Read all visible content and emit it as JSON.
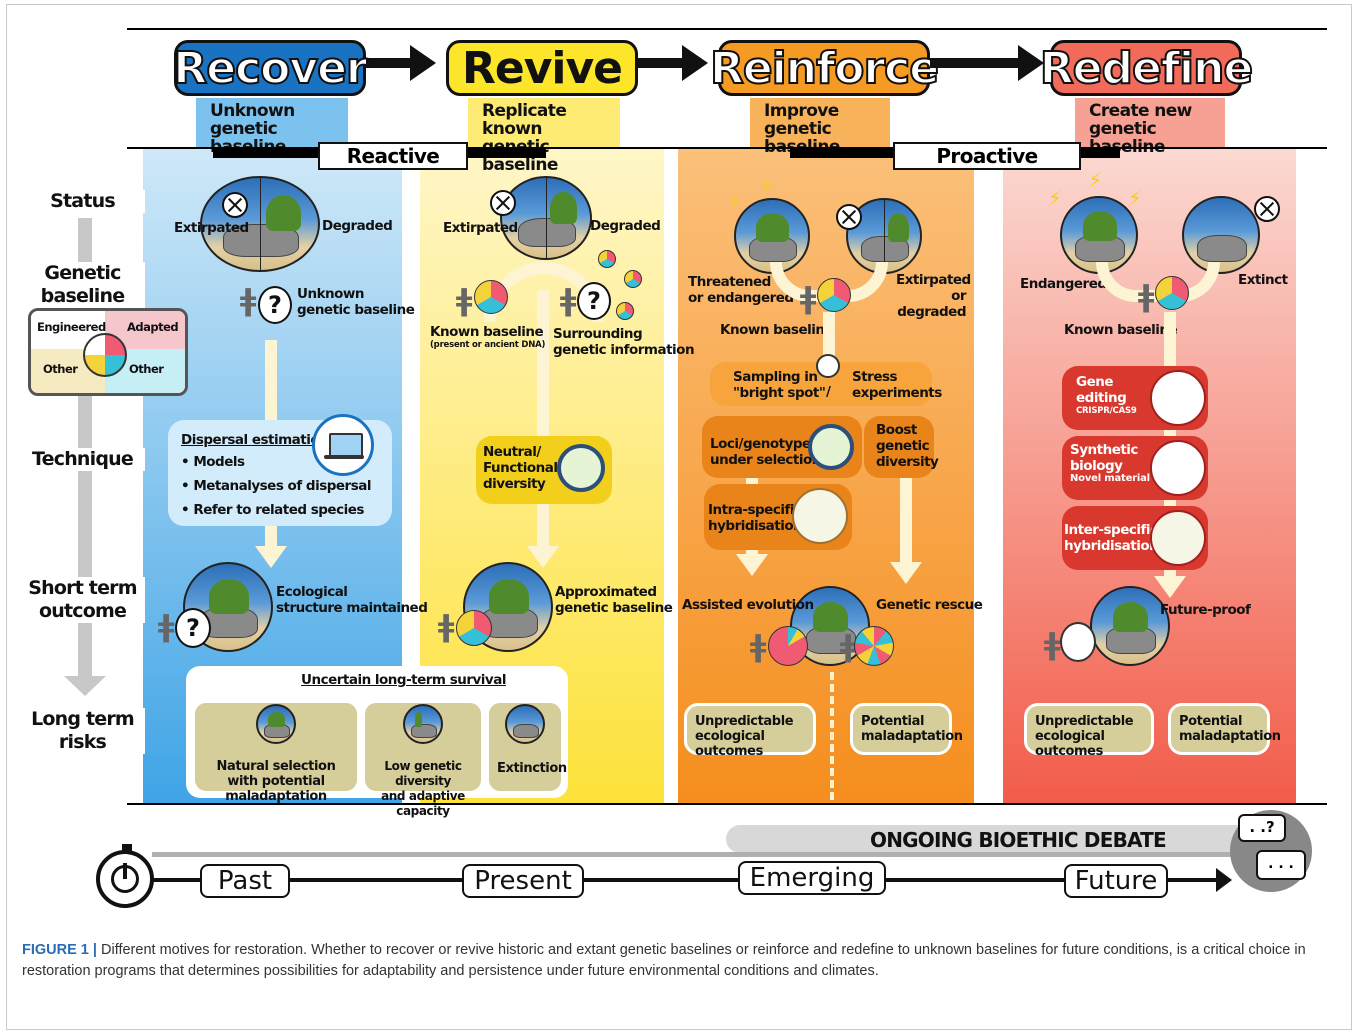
{
  "stages": [
    {
      "title": "Recover",
      "subtitle_1": "Unknown",
      "subtitle_2": "genetic baseline",
      "color": "#1a73c2"
    },
    {
      "title": "Revive",
      "subtitle_1": "Replicate known",
      "subtitle_2": "genetic baseline",
      "color": "#fde52a"
    },
    {
      "title": "Reinforce",
      "subtitle_1": "Improve",
      "subtitle_2": "genetic baseline",
      "color": "#f59a22"
    },
    {
      "title": "Redefine",
      "subtitle_1": "Create new",
      "subtitle_2": "genetic baseline",
      "color": "#f26a5a"
    }
  ],
  "groups": {
    "reactive": "Reactive",
    "proactive": "Proactive"
  },
  "row_labels": {
    "status": "Status",
    "genetic_baseline_1": "Genetic",
    "genetic_baseline_2": "baseline",
    "technique": "Technique",
    "short_term_1": "Short term",
    "short_term_2": "outcome",
    "long_term_1": "Long term",
    "long_term_2": "risks"
  },
  "legend": {
    "engineered": "Engineered",
    "adapted": "Adapted",
    "other_left": "Other",
    "other_right": "Other"
  },
  "recover": {
    "status_left": "Extirpated",
    "status_right": "Degraded",
    "baseline_1": "Unknown",
    "baseline_2": "genetic baseline",
    "dispersal_title": "Dispersal estimations:",
    "dispersal_items": [
      "• Models",
      "• Metanalyses of dispersal",
      "• Refer to related species"
    ],
    "outcome_1": "Ecological",
    "outcome_2": "structure maintained"
  },
  "revive": {
    "status_left": "Extirpated",
    "status_right": "Degraded",
    "known_1": "Known baseline",
    "known_2": "(present or ancient DNA)",
    "surround_1": "Surrounding",
    "surround_2": "genetic information",
    "technique_1": "Neutral/",
    "technique_2": "Functional",
    "technique_3": "diversity",
    "outcome_1": "Approximated",
    "outcome_2": "genetic baseline"
  },
  "uncertain": {
    "title": "Uncertain long-term survival",
    "box1_1": "Natural selection",
    "box1_2": "with potential maladaptation",
    "box2_1": "Low genetic diversity",
    "box2_2": "and adaptive capacity",
    "box3": "Extinction"
  },
  "reinforce": {
    "status_left_1": "Threatened",
    "status_left_2": "or endangered",
    "status_right_1": "Extirpated",
    "status_right_2": "or degraded",
    "known": "Known baseline",
    "sampling_1": "Sampling in",
    "sampling_2": "\"bright spot\"",
    "slash": "/",
    "stress_1": "Stress",
    "stress_2": "experiments",
    "loci_1": "Loci/genotypes",
    "loci_2": "under selection",
    "boost_1": "Boost",
    "boost_2": "genetic",
    "boost_3": "diversity",
    "intra_1": "Intra-specific",
    "intra_2": "hybridisation",
    "outcome_left": "Assisted evolution",
    "outcome_right": "Genetic rescue",
    "risk1_1": "Unpredictable",
    "risk1_2": "ecological outcomes",
    "risk2_1": "Potential",
    "risk2_2": "maladaptation"
  },
  "redefine": {
    "status_left": "Endangered",
    "status_right": "Extinct",
    "known": "Known baseline",
    "gene_1": "Gene",
    "gene_2": "editing",
    "gene_3": "CRISPR/CAS9",
    "synth_1": "Synthetic",
    "synth_2": "biology",
    "synth_3": "Novel material",
    "inter_1": "Inter-specific",
    "inter_2": "hybridisation",
    "outcome": "Future-proof",
    "risk1_1": "Unpredictable",
    "risk1_2": "ecological outcomes",
    "risk2_1": "Potential",
    "risk2_2": "maladaptation"
  },
  "timeline": {
    "debate": "ONGOING BIOETHIC DEBATE",
    "past": "Past",
    "present": "Present",
    "emerging": "Emerging",
    "future": "Future",
    "bubble_q": "? ",
    "bubble_dots1": ". .",
    "bubble_dots2": ". . ."
  },
  "caption": {
    "label": "FIGURE 1 |",
    "text": " Different motives for restoration. Whether to recover or revive historic and extant genetic baselines or reinforce and redefine to unknown baselines for future conditions, is a critical choice in restoration programs that determines possibilities for adaptability and persistence under future environmental conditions and climates."
  }
}
